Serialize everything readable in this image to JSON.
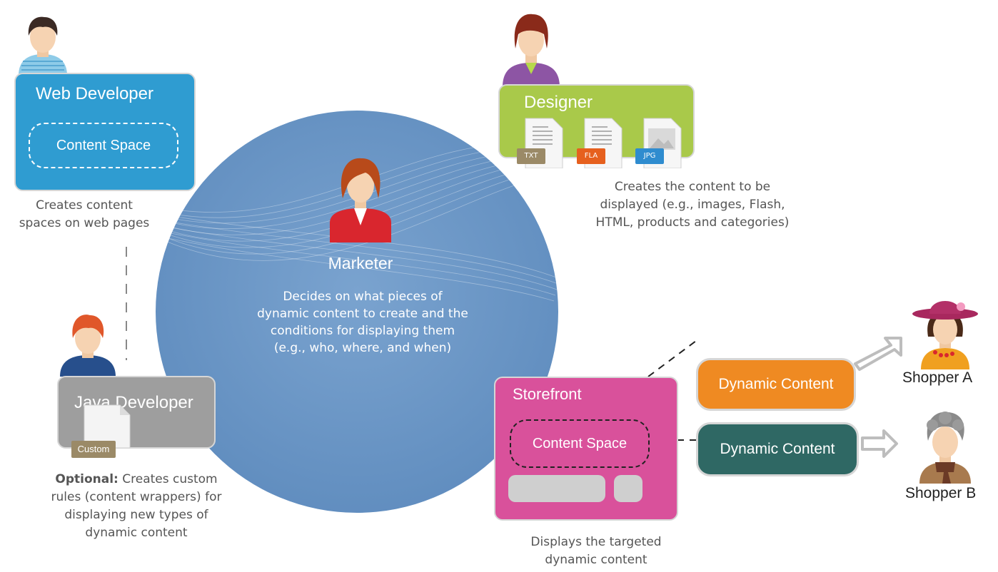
{
  "web_developer": {
    "title": "Web Developer",
    "content_space": "Content Space",
    "caption_line1": "Creates content",
    "caption_line2": "spaces on web pages"
  },
  "java_developer": {
    "title": "Java Developer",
    "file_tag": "Custom",
    "caption_bold": "Optional:",
    "caption_line1_rest": " Creates custom",
    "caption_line2": "rules (content wrappers) for",
    "caption_line3": "displaying new types of",
    "caption_line4": "dynamic content"
  },
  "designer": {
    "title": "Designer",
    "files": [
      "TXT",
      "FLA",
      "JPG"
    ],
    "caption_line1": "Creates the content to be",
    "caption_line2": "displayed (e.g., images, Flash,",
    "caption_line3": "HTML, products and categories)"
  },
  "marketer": {
    "title": "Marketer",
    "desc_line1": "Decides on what pieces of",
    "desc_line2": "dynamic content to create and the",
    "desc_line3": "conditions for displaying them",
    "desc_line4": "(e.g., who, where, and when)"
  },
  "storefront": {
    "title": "Storefront",
    "content_space": "Content Space",
    "caption_line1": "Displays the targeted",
    "caption_line2": "dynamic content"
  },
  "dynamic": {
    "a_label": "Dynamic Content",
    "b_label": "Dynamic Content"
  },
  "shoppers": {
    "a": "Shopper A",
    "b": "Shopper B"
  },
  "colors": {
    "circle": "#6a95c5",
    "web_dev": "#2f9cd1",
    "java_dev": "#9e9e9e",
    "designer": "#a9c94a",
    "storefront": "#d9519b",
    "dynamic_a": "#ef8a22",
    "dynamic_b": "#2f6864",
    "marketer": "#d9262e"
  },
  "icons": [
    "user-avatar-icon",
    "txt-file-icon",
    "fla-file-icon",
    "jpg-file-icon",
    "custom-file-icon",
    "arrow-right-icon"
  ]
}
